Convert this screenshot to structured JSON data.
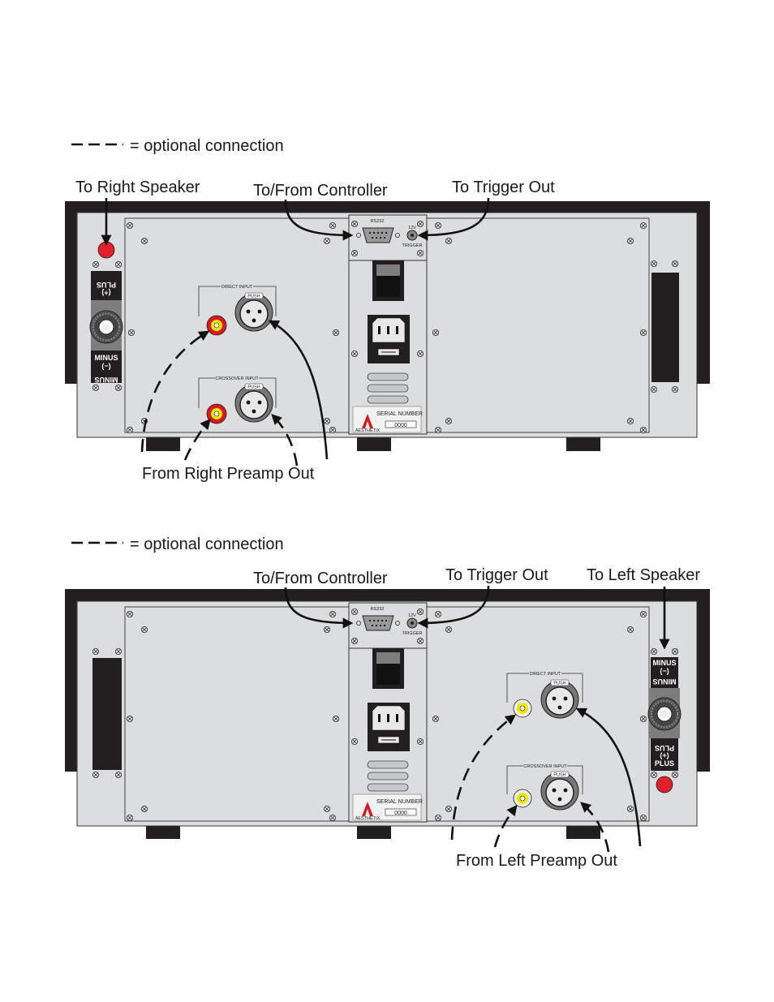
{
  "legend": {
    "top": "= optional connection",
    "bottom": "= optional connection"
  },
  "right_channel": {
    "speaker_label": "To Right Speaker",
    "controller_label": "To/From Controller",
    "trigger_label": "To Trigger Out",
    "preamp_label": "From Right Preamp Out"
  },
  "left_channel": {
    "controller_label": "To/From Controller",
    "trigger_label": "To Trigger Out",
    "speaker_label": "To Left Speaker",
    "preamp_label": "From Left Preamp Out"
  },
  "panel": {
    "rs232": "RS232",
    "v12": "12V",
    "trigger": "TRIGGER",
    "direct_input": "DIRECT INPUT",
    "crossover_input": "CROSSOVER INPUT",
    "push": "PUSH",
    "serial_label": "SERIAL NUMBER",
    "serial_value": "0000",
    "brand": "AESTHETIX",
    "plus_sign": "(+)",
    "plus": "PLUS",
    "minus_sign": "(−)",
    "minus": "MINUS"
  },
  "colors": {
    "chassis": "#231f20",
    "faceplate": "#dcdddf",
    "rca_red": "#d71920",
    "rca_yellow": "#f2e600",
    "binding_post": "#e0202a"
  }
}
